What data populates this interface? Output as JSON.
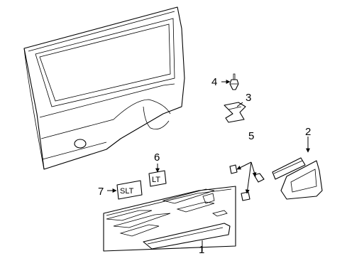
{
  "callouts": [
    {
      "id": "1",
      "label": "1"
    },
    {
      "id": "2",
      "label": "2"
    },
    {
      "id": "3",
      "label": "3"
    },
    {
      "id": "4",
      "label": "4"
    },
    {
      "id": "5",
      "label": "5"
    },
    {
      "id": "6",
      "label": "6"
    },
    {
      "id": "7",
      "label": "7"
    }
  ],
  "emblems": {
    "slt": "SLT",
    "lt": "LT"
  }
}
